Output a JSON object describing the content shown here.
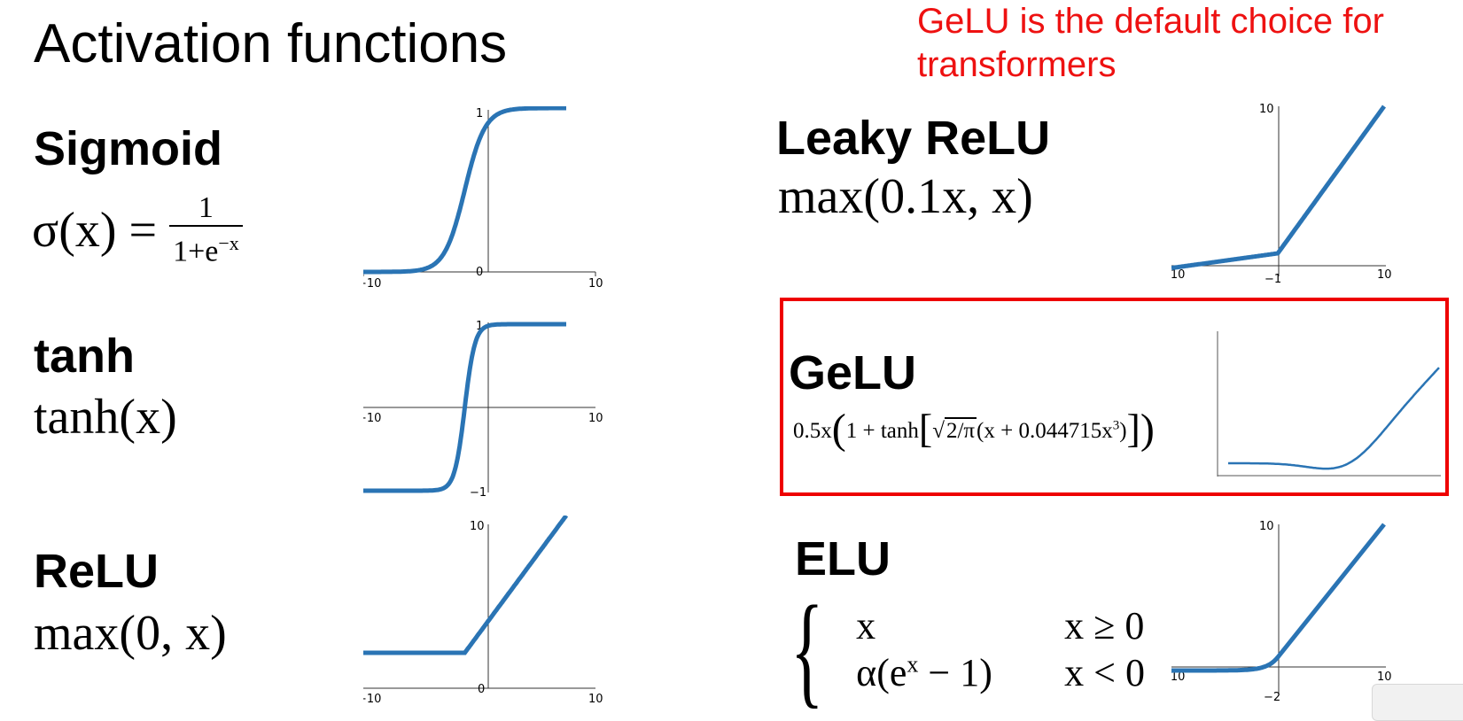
{
  "slide": {
    "title": "Activation functions",
    "note": "GeLU is the default choice for transformers"
  },
  "functions": {
    "sigmoid": {
      "name": "Sigmoid",
      "lhs": "σ(x) =",
      "num": "1",
      "den": "1+e",
      "den_exp": "−x"
    },
    "tanh": {
      "name": "tanh",
      "formula": "tanh(x)"
    },
    "relu": {
      "name": "ReLU",
      "formula": "max(0, x)"
    },
    "leaky": {
      "name": "Leaky ReLU",
      "formula": "max(0.1x, x)"
    },
    "gelu": {
      "name": "GeLU",
      "f1": "0.5x",
      "f2": "1 + tanh",
      "f3": "2/π",
      "f4": "(x + 0.044715x",
      "f4_exp": "3",
      "f5": ")"
    },
    "elu": {
      "name": "ELU",
      "case1_expr": "x",
      "case1_cond": "x ≥ 0",
      "case2_expr_a": "α(e",
      "case2_exp": "x",
      "case2_expr_b": " − 1)",
      "case2_cond": "x < 0"
    }
  },
  "plots": {
    "sigmoid": {
      "x_ticks": [
        "−10",
        "10"
      ],
      "y_ticks": [
        "1",
        "0"
      ]
    },
    "tanh": {
      "x_ticks": [
        "−10",
        "10"
      ],
      "y_ticks": [
        "1",
        "−1"
      ]
    },
    "relu": {
      "x_ticks": [
        "−10",
        "10"
      ],
      "y_ticks": [
        "10",
        "0"
      ]
    },
    "leaky": {
      "x_ticks": [
        "−10",
        "10"
      ],
      "y_ticks": [
        "10",
        "−1"
      ]
    },
    "elu": {
      "x_ticks": [
        "−10",
        "10"
      ],
      "y_ticks": [
        "10",
        "−2"
      ]
    }
  },
  "colors": {
    "curve": "#2a74b4",
    "highlight": "#ee0000",
    "note": "#ee1111"
  }
}
